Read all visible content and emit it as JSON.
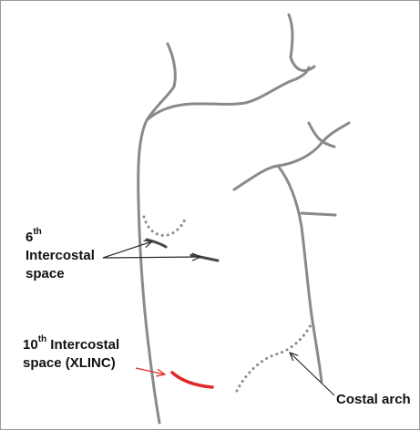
{
  "labels": {
    "intercostal_6": {
      "ordinal": "6",
      "suffix": "th",
      "line1": "Intercostal",
      "line2": "space"
    },
    "intercostal_10": {
      "ordinal": "10",
      "suffix": "th",
      "line1_rest": " Intercostal",
      "line2": "space (XLINC)"
    },
    "costal_arch": "Costal arch"
  },
  "colors": {
    "body_outline": "#8a8a8a",
    "arrow": "#2a2a2a",
    "highlight": "#e02a2a",
    "label_text": "#111111"
  }
}
